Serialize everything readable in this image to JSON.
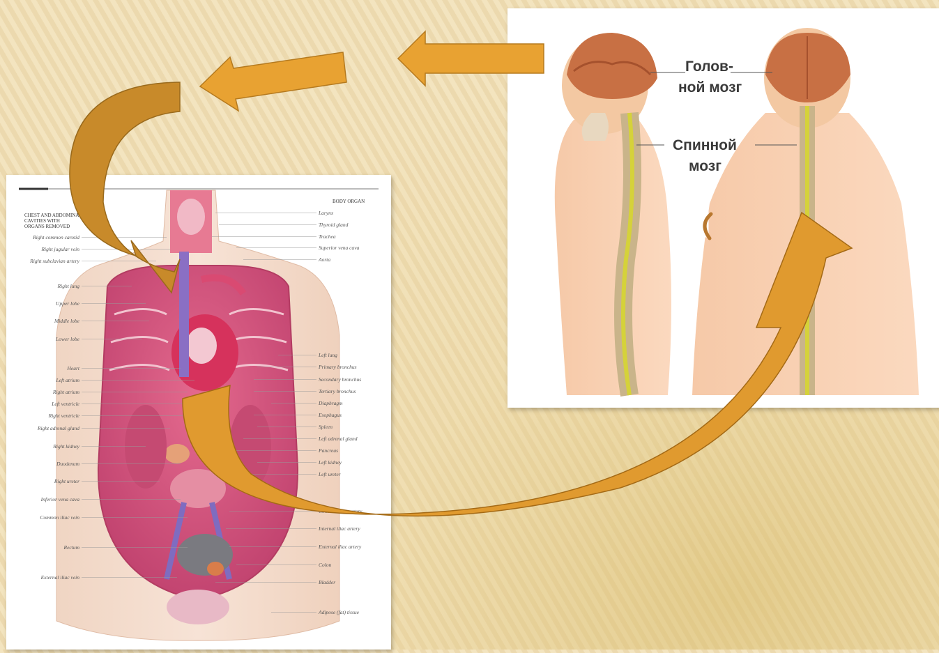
{
  "organ_figure": {
    "header": "BODY ORGAN",
    "title_lines": [
      "CHEST AND ABDOMINAL",
      "CAVITIES WITH",
      "ORGANS REMOVED"
    ],
    "labels_left": [
      "Right common carotid",
      "Right jugular vein",
      "Right subclavian artery",
      "Right lung",
      "Upper lobe",
      "Middle lobe",
      "Lower lobe",
      "Heart",
      "Left atrium",
      "Right atrium",
      "Left ventricle",
      "Right ventricle",
      "Right adrenal gland",
      "Right kidney",
      "Duodenum",
      "Right ureter",
      "Inferior vena cava",
      "Common iliac vein",
      "Rectum",
      "External iliac vein"
    ],
    "labels_right": [
      "Larynx",
      "Thyroid gland",
      "Trachea",
      "Superior vena cava",
      "Aorta",
      "Left lung",
      "Primary bronchus",
      "Secondary bronchus",
      "Tertiary bronchus",
      "Diaphragm",
      "Esophagus",
      "Spleen",
      "Left adrenal gland",
      "Pancreas",
      "Left kidney",
      "Left ureter",
      "Common iliac artery",
      "Internal iliac artery",
      "External iliac artery",
      "Colon",
      "Bladder",
      "Adipose (fat) tissue"
    ]
  },
  "nerve_figure": {
    "brain_label_line1": "Голов-",
    "brain_label_line2": "ной мозг",
    "spinal_label_line1": "Спинной",
    "spinal_label_line2": "мозг"
  },
  "colors": {
    "arrow_fill": "#e8a232",
    "arrow_dark": "#c88a2a",
    "background": "#f3e4bf"
  }
}
